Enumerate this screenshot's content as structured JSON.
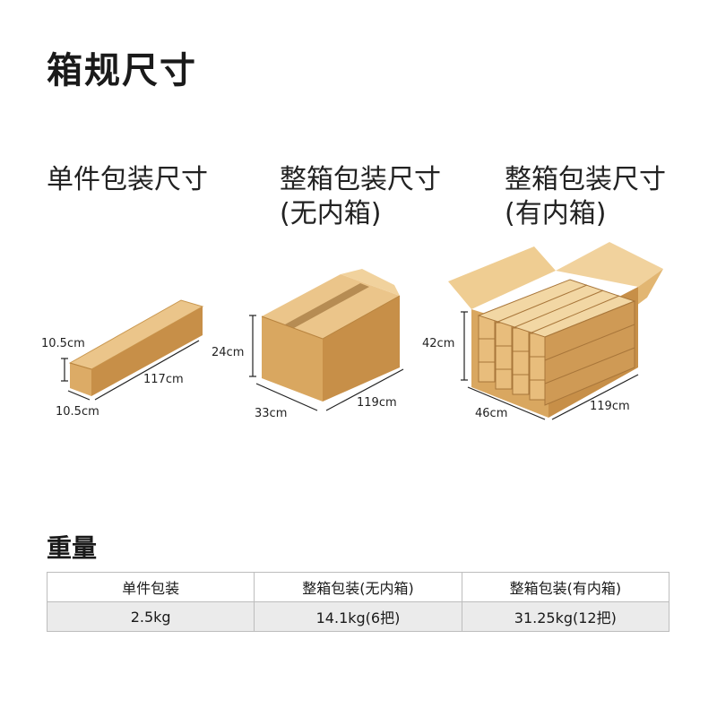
{
  "title": "箱规尺寸",
  "packages": [
    {
      "heading": [
        "单件包装尺寸"
      ],
      "dims": {
        "height": "10.5cm",
        "length": "117cm",
        "width": "10.5cm"
      }
    },
    {
      "heading": [
        "整箱包装尺寸",
        "(无内箱)"
      ],
      "dims": {
        "height": "24cm",
        "width": "33cm",
        "length": "119cm"
      }
    },
    {
      "heading": [
        "整箱包装尺寸",
        "(有内箱)"
      ],
      "dims": {
        "height": "42cm",
        "width": "46cm",
        "length": "119cm"
      }
    }
  ],
  "weight": {
    "title": "重量",
    "headers": [
      "单件包装",
      "整箱包装(无内箱)",
      "整箱包装(有内箱)"
    ],
    "values": [
      "2.5kg",
      "14.1kg(6把)",
      "31.25kg(12把)"
    ]
  },
  "colors": {
    "carton_front": "#d9a760",
    "carton_top": "#ebc58a",
    "carton_side": "#c78f48",
    "table_value_bg": "#ebebeb"
  }
}
